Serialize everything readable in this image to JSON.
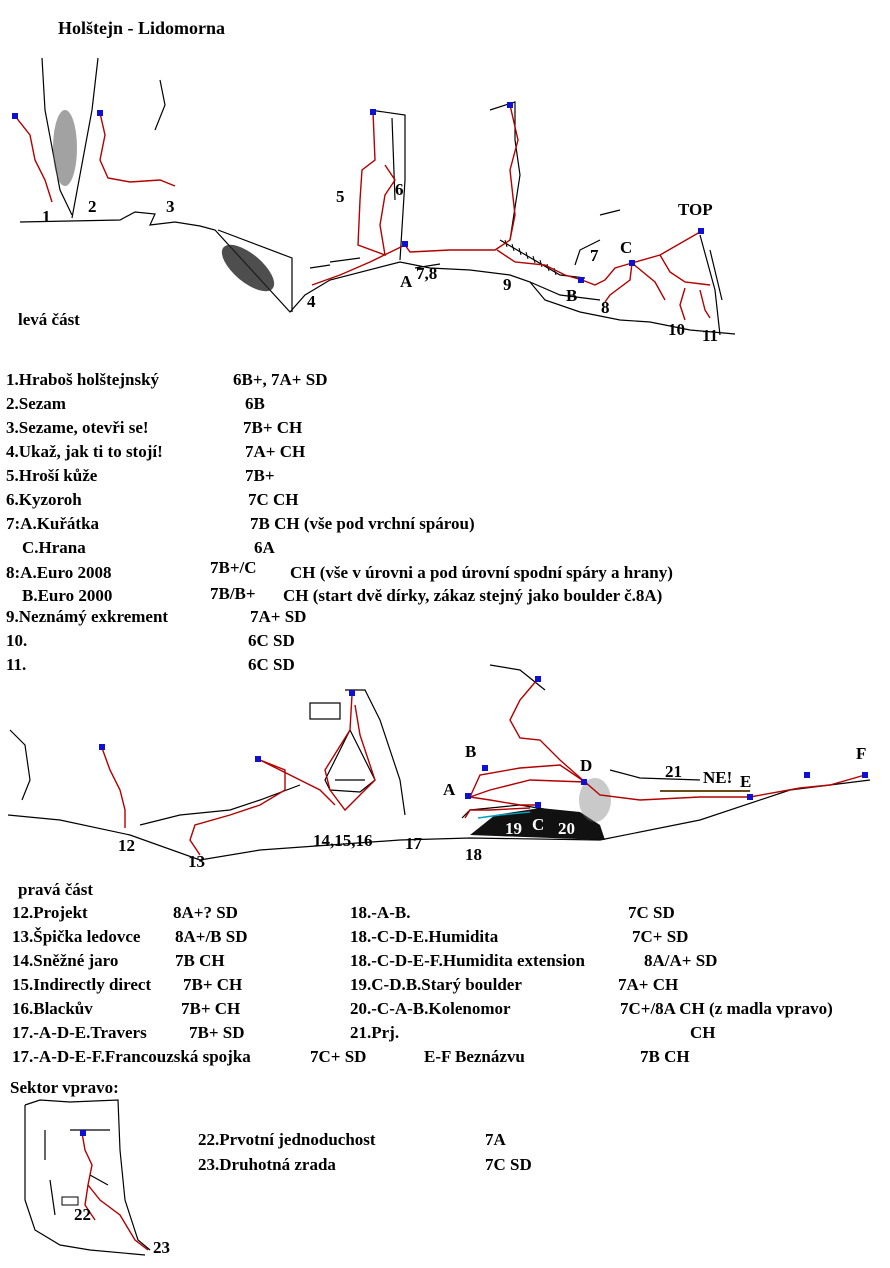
{
  "title": "Holštejn - Lidomorna",
  "sections": {
    "left": "levá část",
    "right": "pravá část",
    "sector_right": "Sektor vpravo:"
  },
  "top_labels": {
    "top": "TOP",
    "n1": "1",
    "n2": "2",
    "n3": "3",
    "n4": "4",
    "n5": "5",
    "n6": "6",
    "a78": "A",
    "a78num": "7,8",
    "n9": "9",
    "b": "B",
    "c": "C",
    "n7": "7",
    "n8": "8",
    "n10": "10",
    "n11": "11"
  },
  "mid_labels": {
    "b": "B",
    "a": "A",
    "d": "D",
    "n21": "21",
    "ne": "NE!",
    "e": "E",
    "f": "F",
    "n12": "12",
    "n13": "13",
    "n141516": "14,15,16",
    "n17": "17",
    "n18": "18",
    "n19": "19",
    "c": "C",
    "n20": "20"
  },
  "bottom_labels": {
    "n22": "22",
    "n23": "23"
  },
  "left_routes": [
    [
      "1.Hraboš holštejnský",
      "6B+, 7A+ SD"
    ],
    [
      "2.Sezam",
      "6B"
    ],
    [
      "3.Sezame, otevři se!",
      "7B+ CH"
    ],
    [
      "4.Ukaž, jak ti to stojí!",
      "7A+ CH"
    ],
    [
      "5.Hroší kůže",
      "7B+"
    ],
    [
      "6.Kyzoroh",
      "7C CH"
    ],
    [
      "7:A.Kuřátka",
      "7B CH (vše pod vrchní spárou)"
    ],
    [
      "C.Hrana",
      "6A"
    ],
    [
      "8:A.Euro 2008",
      "7B+/C",
      "CH (vše v úrovni a pod úrovní spodní spáry a hrany)"
    ],
    [
      "B.Euro 2000",
      "7B/B+",
      "CH (start dvě dírky, zákaz stejný jako boulder č.8A)"
    ],
    [
      "9.Neznámý exkrement",
      "7A+ SD"
    ],
    [
      "10.",
      "6C   SD"
    ],
    [
      "11.",
      "6C   SD"
    ]
  ],
  "right_routes_col1": [
    [
      "12.Projekt",
      "8A+? SD"
    ],
    [
      "13.Špička ledovce",
      "8A+/B SD"
    ],
    [
      "14.Sněžné jaro",
      "7B CH"
    ],
    [
      "15.Indirectly direct",
      "7B+ CH"
    ],
    [
      "16.Blackův",
      "7B+ CH"
    ],
    [
      "17.-A-D-E.Travers",
      "7B+ SD"
    ],
    [
      "17.-A-D-E-F.Francouzská spojka",
      "7C+ SD"
    ]
  ],
  "right_routes_col2": [
    [
      "18.-A-B.",
      "7C SD"
    ],
    [
      "18.-C-D-E.Humidita",
      "7C+ SD"
    ],
    [
      "18.-C-D-E-F.Humidita extension",
      "8A/A+ SD"
    ],
    [
      "19.C-D.B.Starý boulder",
      "7A+ CH"
    ],
    [
      "20.-C-A-B.Kolenomor",
      "7C+/8A CH (z madla vpravo)"
    ],
    [
      "21.Prj.",
      "CH"
    ],
    [
      "E-F Beznázvu",
      "7B CH"
    ]
  ],
  "sector_routes": [
    [
      "22.Prvotní jednoduchost",
      "7A"
    ],
    [
      "23.Druhotná zrada",
      "7C SD"
    ]
  ]
}
